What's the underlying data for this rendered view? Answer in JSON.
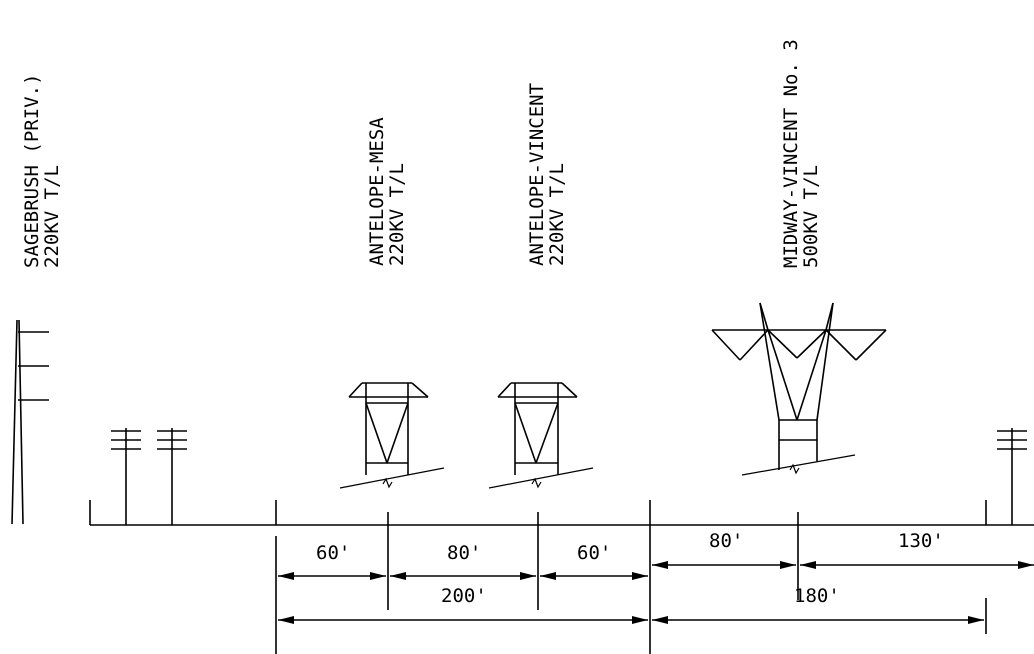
{
  "lines": [
    {
      "name": "SAGEBRUSH (PRIV.)",
      "voltage": "220KV T/L"
    },
    {
      "name": "ANTELOPE-MESA",
      "voltage": "220KV T/L"
    },
    {
      "name": "ANTELOPE-VINCENT",
      "voltage": "220KV T/L"
    },
    {
      "name": "MIDWAY-VINCENT No. 3",
      "voltage": "500KV T/L"
    }
  ],
  "dimensions": {
    "d1": "60'",
    "d2": "80'",
    "d3": "60'",
    "d4": "80'",
    "d5": "130'",
    "total_left": "200'",
    "total_right": "180'"
  }
}
